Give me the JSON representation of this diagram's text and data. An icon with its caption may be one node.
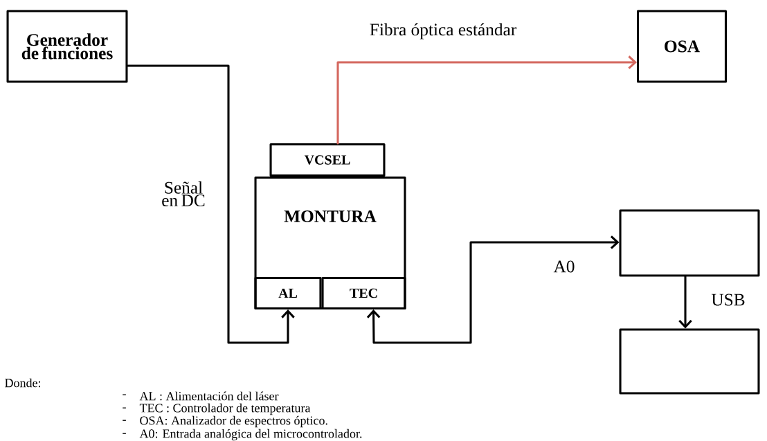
{
  "diagram": {
    "nodes": [
      {
        "text": [
          "Generador de funciones"
        ]
      },
      {
        "text": [
          "OSA"
        ]
      },
      {
        "text": [
          "VCSEL"
        ]
      },
      {
        "text": [
          "MONTURA"
        ]
      },
      {
        "text": [
          "AL"
        ],
        "in": 3
      },
      {
        "text": [
          "TEC"
        ],
        "in": 3
      },
      {
        "text": [],
        "shape": "box"
      },
      {
        "text": [],
        "shape": "box"
      }
    ],
    "edges": [
      {
        "from": 0,
        "to": 4,
        "arrow": "to",
        "label": "Señal en DC"
      },
      {
        "from": 2,
        "to": 1,
        "arrow": "to",
        "label": "Fibra óptica estándar",
        "color": "#d4675e"
      },
      {
        "from": 5,
        "to": 6,
        "arrow": "both",
        "label": "A0"
      },
      {
        "from": 6,
        "to": 7,
        "arrow": "to",
        "label": "USB"
      }
    ],
    "labels": [
      "Donde:",
      "-",
      "AL : Alimentación del láser",
      "-",
      "TEC : Controlador de temperatura",
      "-",
      "OSA: Analizador de espectros óptico.",
      "-",
      "A0: Entrada analógica del microcontrolador."
    ]
  }
}
